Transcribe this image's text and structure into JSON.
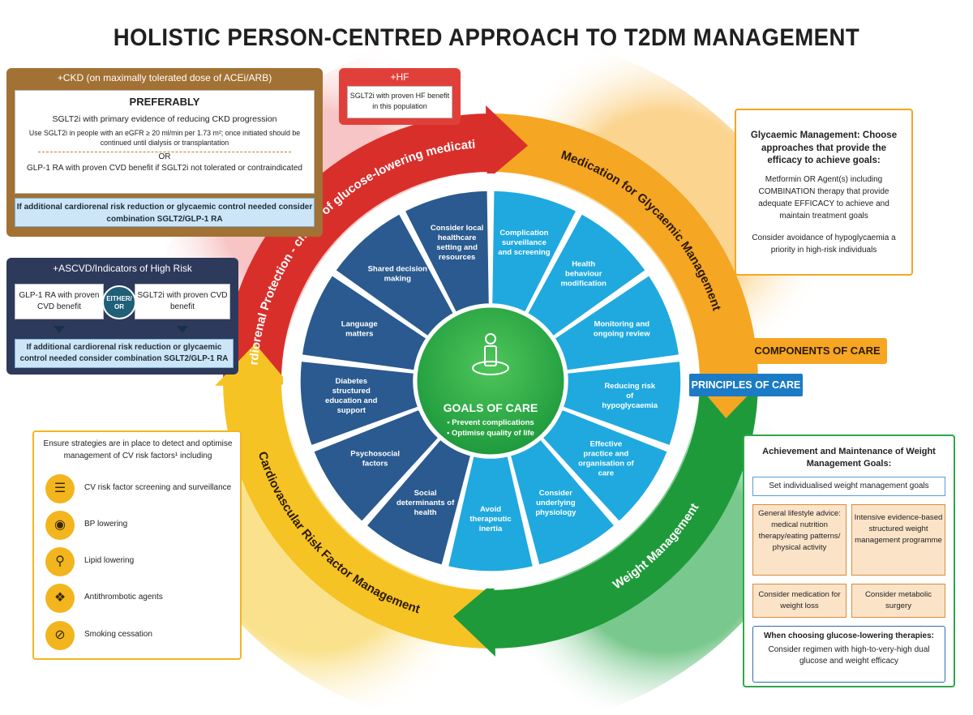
{
  "title": "HOLISTIC PERSON-CENTRED APPROACH TO T2DM MANAGEMENT",
  "colors": {
    "cardiorenal_red": "#d92f2b",
    "glycaemic_orange": "#f5a623",
    "weight_green": "#1f9a3a",
    "cv_yellow": "#f6c325",
    "principles_blue_dark": "#2a5a8f",
    "principles_blue_light": "#1fa9df",
    "goals_green": "#2db24a",
    "ckd_brown": "#a27134",
    "hf_red": "#e1403a",
    "ascvd_navy": "#2d3a5c"
  },
  "ckd": {
    "header": "+CKD (on maximally tolerated dose of ACEi/ARB)",
    "preferably": "PREFERABLY",
    "line1": "SGLT2i with primary evidence of reducing CKD progression",
    "line2": "Use SGLT2i in people with an eGFR ≥ 20 ml/min per 1.73 m²; once initiated should be continued until dialysis or transplantation",
    "or": "OR",
    "line3": "GLP-1 RA with proven CVD benefit if SGLT2i not tolerated or contraindicated",
    "combination": "If additional cardiorenal risk reduction or glycaemic control needed consider combination SGLT2/GLP-1 RA"
  },
  "hf": {
    "header": "+HF",
    "body": "SGLT2i with proven HF benefit in this population"
  },
  "ascvd": {
    "header": "+ASCVD/Indicators of High Risk",
    "left": "GLP-1 RA with proven CVD benefit",
    "either_or": "EITHER/ OR",
    "right": "SGLT2i with proven CVD benefit",
    "combination": "If additional cardiorenal risk reduction or glycaemic control needed consider combination SGLT2/GLP-1 RA"
  },
  "cv_risk": {
    "intro": "Ensure strategies are in place to detect and optimise management of CV risk factors¹ including",
    "items": [
      {
        "label": "CV risk factor screening and surveillance",
        "icon": "clipboard-icon"
      },
      {
        "label": "BP lowering",
        "icon": "blood-pressure-icon"
      },
      {
        "label": "Lipid lowering",
        "icon": "lipid-icon"
      },
      {
        "label": "Antithrombotic agents",
        "icon": "pill-icon"
      },
      {
        "label": "Smoking cessation",
        "icon": "no-smoking-icon"
      }
    ]
  },
  "glycaemic": {
    "heading": "Glycaemic Management: Choose approaches that provide the efficacy to achieve goals:",
    "body1": "Metformin OR Agent(s) including COMBINATION therapy that provide adequate EFFICACY to achieve and maintain treatment goals",
    "body2": "Consider avoidance of hypoglycaemia a priority in high-risk individuals"
  },
  "components_label": "COMPONENTS OF CARE",
  "principles_label": "PRINCIPLES OF CARE",
  "weight": {
    "heading": "Achievement and Maintenance of Weight Management Goals:",
    "set_goals": "Set individualised weight management goals",
    "lifestyle": "General lifestyle advice: medical nutrition therapy/eating patterns/ physical activity",
    "intensive": "Intensive evidence-based structured weight management programme",
    "medication": "Consider medication for weight loss",
    "surgery": "Consider metabolic surgery",
    "choosing_heading": "When choosing glucose-lowering therapies:",
    "choosing_body": "Consider regimen with high-to-very-high dual glucose and weight efficacy"
  },
  "ring": {
    "cardiorenal": "Cardiorenal Protection - choice of glucose-lowering medication",
    "glycaemic": "Medication for Glycaemic Management",
    "weight": "Weight Management",
    "cv": "Cardiovascular Risk Factor Management"
  },
  "principles": [
    "Consider local healthcare setting and resources",
    "Complication surveillance and screening",
    "Health behaviour modification",
    "Monitoring and ongoing review",
    "Reducing risk of hypoglycaemia",
    "Effective practice and organisation of care",
    "Consider underlying physiology",
    "Avoid therapeutic inertia",
    "Social determinants of health",
    "Psychosocial factors",
    "Diabetes structured education and support",
    "Language matters",
    "Shared decision making"
  ],
  "goals": {
    "title": "GOALS OF CARE",
    "items": [
      "• Prevent complications",
      "• Optimise quality of life"
    ]
  }
}
